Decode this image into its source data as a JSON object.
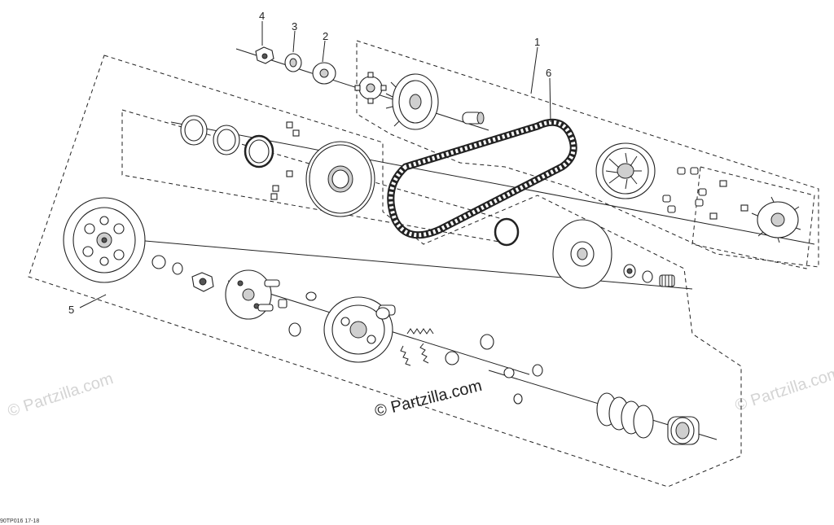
{
  "callouts": [
    "1",
    "2",
    "3",
    "4",
    "5",
    "6"
  ],
  "watermark": {
    "main": "© Partzilla.com",
    "faded": "© Partzilla.com"
  },
  "figure_code": "90TP016 17-18"
}
